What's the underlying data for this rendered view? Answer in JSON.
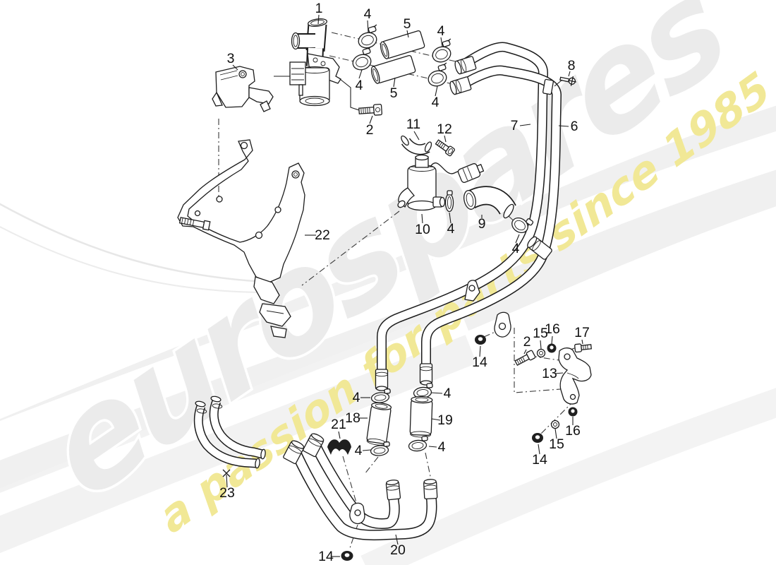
{
  "brand": {
    "name": "eurospares",
    "tagline": "a passion for parts since 1985",
    "brand_color": "#ebebeb",
    "tagline_color": "#f1e896",
    "line_color": "#1c1c1c",
    "background": "#ffffff"
  },
  "callouts": [
    {
      "label": "1"
    },
    {
      "label": "4"
    },
    {
      "label": "5"
    },
    {
      "label": "4"
    },
    {
      "label": "3"
    },
    {
      "label": "8"
    },
    {
      "label": "4"
    },
    {
      "label": "5"
    },
    {
      "label": "4"
    },
    {
      "label": "2"
    },
    {
      "label": "11"
    },
    {
      "label": "12"
    },
    {
      "label": "7"
    },
    {
      "label": "6"
    },
    {
      "label": "22"
    },
    {
      "label": "10"
    },
    {
      "label": "4"
    },
    {
      "label": "9"
    },
    {
      "label": "4"
    },
    {
      "label": "14"
    },
    {
      "label": "2"
    },
    {
      "label": "15"
    },
    {
      "label": "16"
    },
    {
      "label": "17"
    },
    {
      "label": "13"
    },
    {
      "label": "4"
    },
    {
      "label": "18"
    },
    {
      "label": "21"
    },
    {
      "label": "4"
    },
    {
      "label": "19"
    },
    {
      "label": "4"
    },
    {
      "label": "4"
    },
    {
      "label": "16"
    },
    {
      "label": "15"
    },
    {
      "label": "14"
    },
    {
      "label": "23"
    },
    {
      "label": "14"
    },
    {
      "label": "20"
    }
  ]
}
